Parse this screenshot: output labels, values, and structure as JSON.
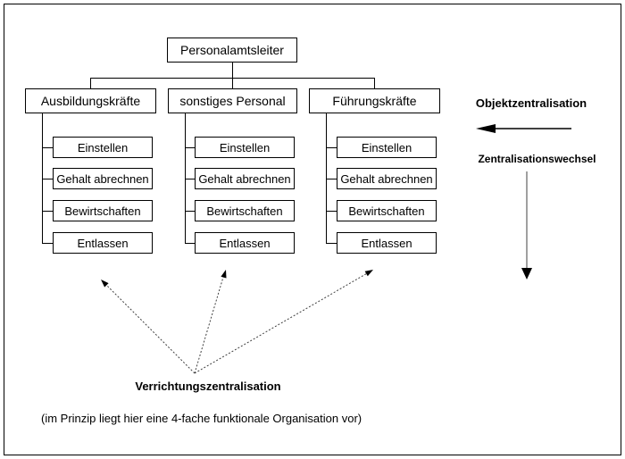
{
  "org_chart": {
    "root": "Personalamtsleiter",
    "branches": [
      {
        "label": "Ausbildungskräfte",
        "tasks": [
          "Einstellen",
          "Gehalt abrechnen",
          "Bewirtschaften",
          "Entlassen"
        ]
      },
      {
        "label": "sonstiges Personal",
        "tasks": [
          "Einstellen",
          "Gehalt abrechnen",
          "Bewirtschaften",
          "Entlassen"
        ]
      },
      {
        "label": "Führungskräfte",
        "tasks": [
          "Einstellen",
          "Gehalt abrechnen",
          "Bewirtschaften",
          "Entlassen"
        ]
      }
    ]
  },
  "annotations": {
    "object_centralisation": "Objektzentralisation",
    "centralisation_change": "Zentralisationswechsel",
    "function_centralisation": "Verrichtungszentralisation",
    "note": "(im Prinzip liegt hier eine 4-fache funktionale Organisation vor)"
  },
  "colors": {
    "line": "#000000",
    "dotted_arrow": "#404040",
    "down_arrow_line": "#808080",
    "background": "#ffffff"
  }
}
